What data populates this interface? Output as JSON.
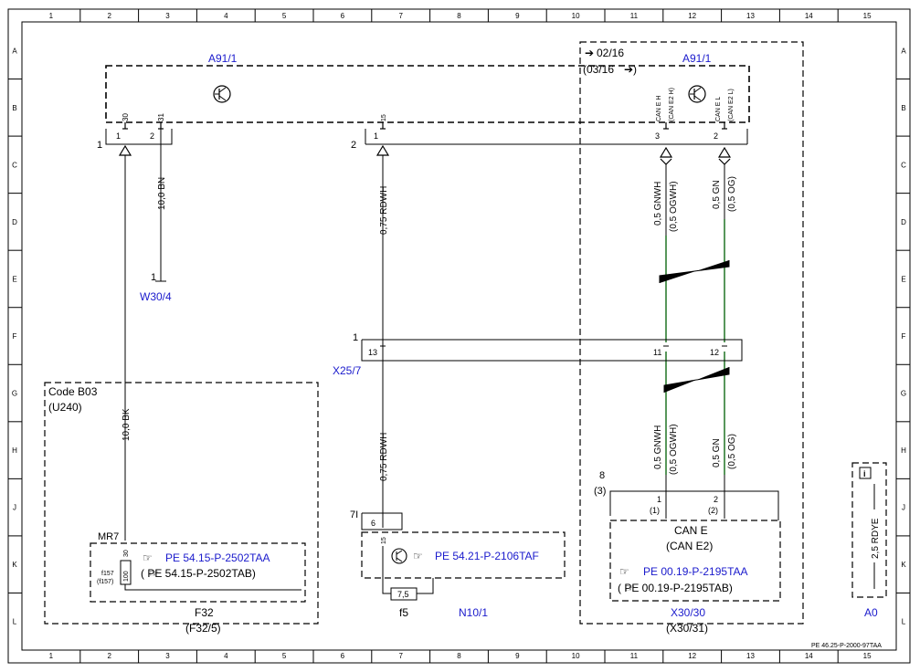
{
  "grid": {
    "columns": [
      "1",
      "2",
      "3",
      "4",
      "5",
      "6",
      "7",
      "8",
      "9",
      "10",
      "11",
      "12",
      "13",
      "14",
      "15"
    ],
    "rows": [
      "A",
      "B",
      "C",
      "D",
      "E",
      "F",
      "G",
      "H",
      "J",
      "K",
      "L"
    ]
  },
  "components": {
    "a91_left": "A91/1",
    "a91_right": "A91/1",
    "ref_02_16": "02/16",
    "ref_03_16": "(03/16",
    "w30_4": "W30/4",
    "x25_7": "X25/7",
    "code_b03": "Code B03",
    "u240": "(U240)",
    "mr7": "MR7",
    "f32": "F32",
    "f32_5": "(F32/5)",
    "n10_1": "N10/1",
    "f5": "f5",
    "fuse_value": "7,5",
    "x30_30": "X30/30",
    "x30_31": "(X30/31)",
    "can_e": "CAN E",
    "can_e2": "(CAN E2)",
    "a0": "A0",
    "info_wire": "2,5 RDYE",
    "doc_id": "PE 46.25-P-2000-97TAA"
  },
  "pins": {
    "p30": "30",
    "p31": "31",
    "p15": "15",
    "can_h": "CAN E H",
    "can_h2": "(CAN E2 H)",
    "can_l": "CAN E L",
    "can_l2": "(CAN E2 L)",
    "n1": "1",
    "n2": "2",
    "n1b": "1",
    "n2b": "2",
    "n3": "3",
    "n2c": "2",
    "w30_pin": "1",
    "x25_1": "1",
    "x25_13": "13",
    "x25_11": "11",
    "x25_12": "12",
    "n8": "8",
    "n3p": "(3)",
    "c1": "1",
    "c1p": "(1)",
    "c2": "2",
    "c2p": "(2)",
    "n71": "7I",
    "n6": "6",
    "n15b": "15",
    "f157": "f157",
    "f157p": "(f157)",
    "n100": "100",
    "n30b": "30"
  },
  "wires": {
    "bn": "10,0 BN",
    "bk": "10,0 BK",
    "rdwh1": "0,75 RDWH",
    "rdwh2": "0,75 RDWH",
    "gnwh1": "0,5 GNWH",
    "ogwh1": "(0,5 OGWH)",
    "gn1": "0,5 GN",
    "og1": "(0,5 OG)",
    "gnwh2": "0,5 GNWH",
    "ogwh2": "(0,5 OGWH)",
    "gn2": "0,5 GN",
    "og2": "(0,5 OG)"
  },
  "references": {
    "pe_f32_a": "PE 54.15-P-2502TAA",
    "pe_f32_b": "(    PE 54.15-P-2502TAB)",
    "pe_n10": "PE 54.21-P-2106TAF",
    "pe_x30_a": "PE 00.19-P-2195TAA",
    "pe_x30_b": "(    PE 00.19-P-2195TAB)"
  },
  "colors": {
    "link": "#1a1acc",
    "can_wire": "#2e7d32",
    "frame": "#000000"
  }
}
